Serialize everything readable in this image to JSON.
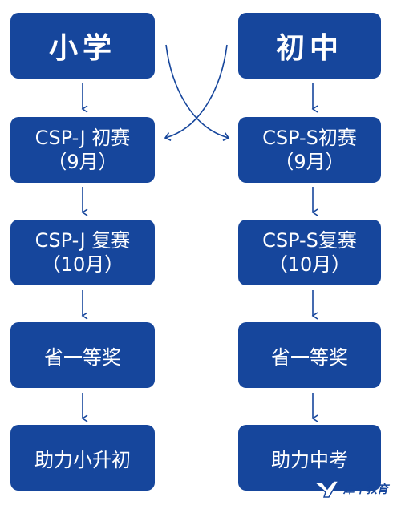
{
  "left_column": {
    "header": "小学",
    "step1": {
      "line1": "CSP-J 初赛",
      "line2": "（9月）"
    },
    "step2": {
      "line1": "CSP-J 复赛",
      "line2": "（10月）"
    },
    "step3": "省一等奖",
    "step4": "助力小升初"
  },
  "right_column": {
    "header": "初中",
    "step1": {
      "line1": "CSP-S初赛",
      "line2": "（9月）"
    },
    "step2": {
      "line1": "CSP-S复赛",
      "line2": "（10月）"
    },
    "step3": "省一等奖",
    "step4": "助力中考"
  },
  "watermark": "犀牛教育",
  "colors": {
    "box": "#16469c",
    "text": "#ffffff",
    "arrow": "#16469c"
  }
}
